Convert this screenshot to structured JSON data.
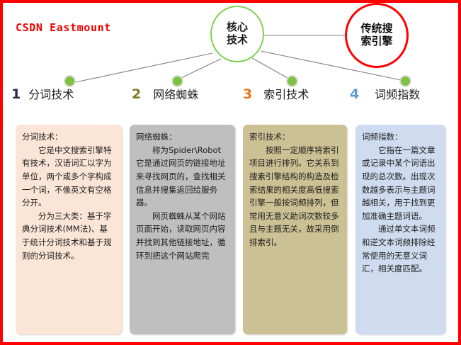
{
  "watermark": "CSDN Eastmount",
  "colors": {
    "frame_red": "#FF0000",
    "core_circle_green": "#7DD14F",
    "trad_circle_red": "#FF0000",
    "dot_green": "#7DC243",
    "connector_gray": "#808080",
    "num1": "#1F2A44",
    "num2": "#7D7A23",
    "num3": "#E8751A",
    "num4": "#5B9BD5",
    "box1_bg": "#FBE5D6",
    "box2_bg": "#BFBFBF",
    "box3_bg": "#CCC194",
    "box4_bg": "#CFDCEF"
  },
  "nodes": {
    "core": "核心技术",
    "traditional": "传统搜索引擎"
  },
  "steps": [
    {
      "num": "1",
      "label": "分词技术",
      "color": "#1F2A44"
    },
    {
      "num": "2",
      "label": "网络蜘蛛",
      "color": "#7D7A23"
    },
    {
      "num": "3",
      "label": "索引技术",
      "color": "#E8751A"
    },
    {
      "num": "4",
      "label": "词频指数",
      "color": "#5B9BD5"
    }
  ],
  "boxes": [
    {
      "title": "分词技术：",
      "para1": "它是中文搜索引擎特有技术，汉语词汇以字为单位，两个或多个字构成一个词，不像英文有空格分开。",
      "para2": "分为三大类：基于字典分词技术(MM法)、基于统计分词技术和基于规则的分词技术。",
      "bg": "#FBE5D6"
    },
    {
      "title": "网络蜘蛛：",
      "para1": "称为Spider\\Robot它是通过网页的链接地址来寻找网页的，查找相关信息并搜集返回给服务器。",
      "para2": "网页蜘蛛从某个网站页面开始，读取网页内容并找到其他链接地址，循环到把这个网站爬完",
      "bg": "#BFBFBF"
    },
    {
      "title": "索引技术：",
      "para1": "按照一定顺序将索引项目进行排列。它关系到搜素引擎结构的构造及检索结果的相关度高低搜索引擎一般按词频排列，但常用无意义助词次数较多且与主题无关，故采用倒排索引。",
      "para2": "",
      "bg": "#CCC194"
    },
    {
      "title": "词频指数：",
      "para1": "它指在一篇文章或记录中某个词语出现的总次数。出现次数越多表示与主题词越相关，用于找到更加准确主题词语。",
      "para2": "通过单文本词频和逆文本词频排除经常使用的无意义词汇，相关度匹配。",
      "bg": "#CFDCEF"
    }
  ]
}
